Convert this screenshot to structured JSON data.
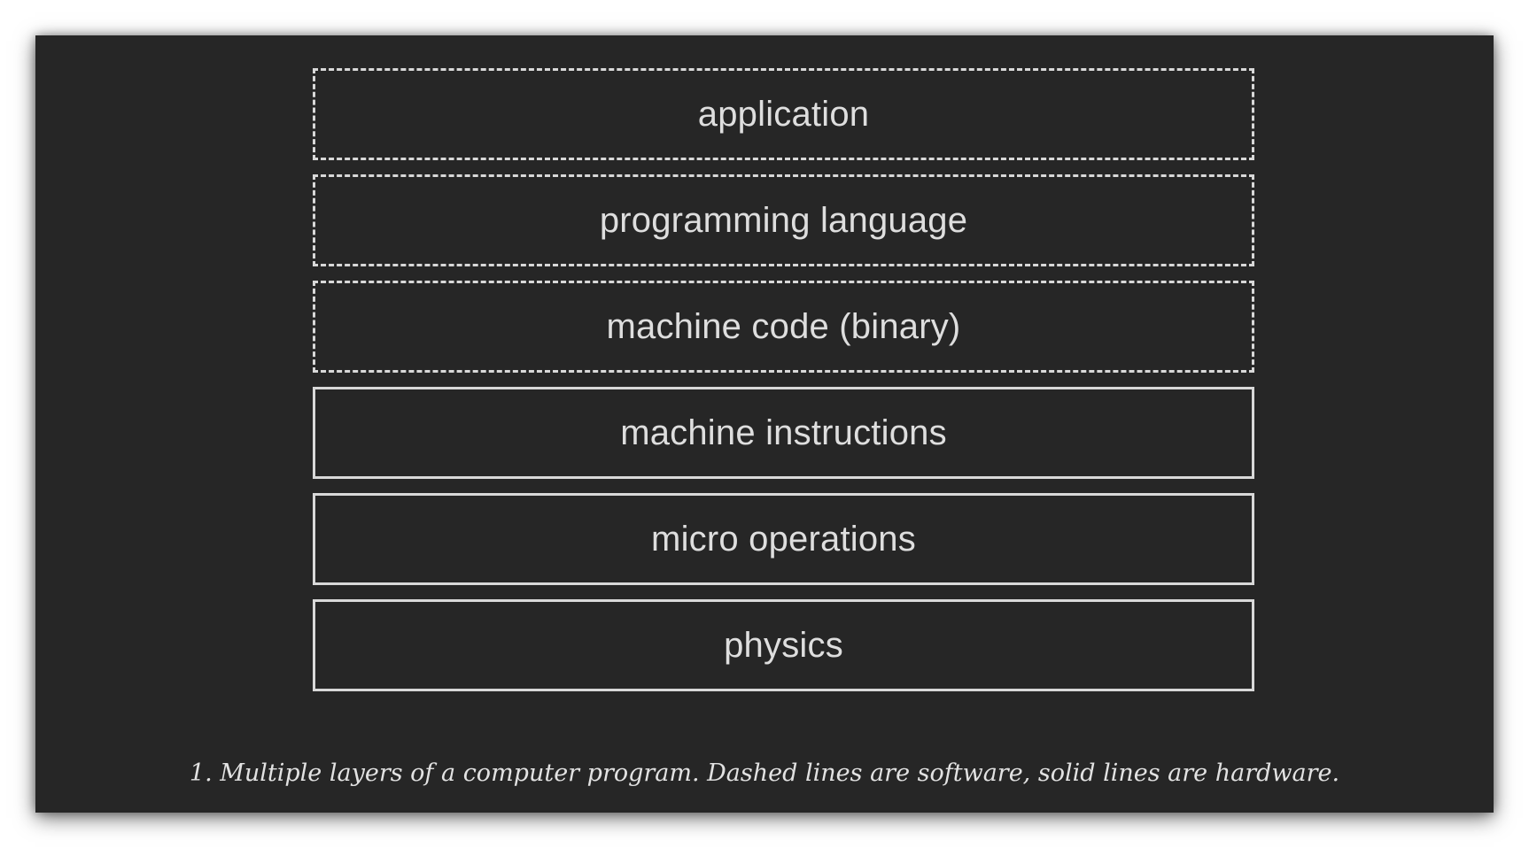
{
  "diagram": {
    "layers": [
      {
        "label": "application",
        "kind": "software",
        "border": "dashed"
      },
      {
        "label": "programming language",
        "kind": "software",
        "border": "dashed"
      },
      {
        "label": "machine code (binary)",
        "kind": "software",
        "border": "dashed"
      },
      {
        "label": "machine instructions",
        "kind": "hardware",
        "border": "solid"
      },
      {
        "label": "micro operations",
        "kind": "hardware",
        "border": "solid"
      },
      {
        "label": "physics",
        "kind": "hardware",
        "border": "solid"
      }
    ]
  },
  "caption": "1. Multiple layers of a computer program. Dashed lines are software, solid lines are hardware.",
  "colors": {
    "background": "#262626",
    "line": "#d8d8d8",
    "text": "#dedede"
  }
}
